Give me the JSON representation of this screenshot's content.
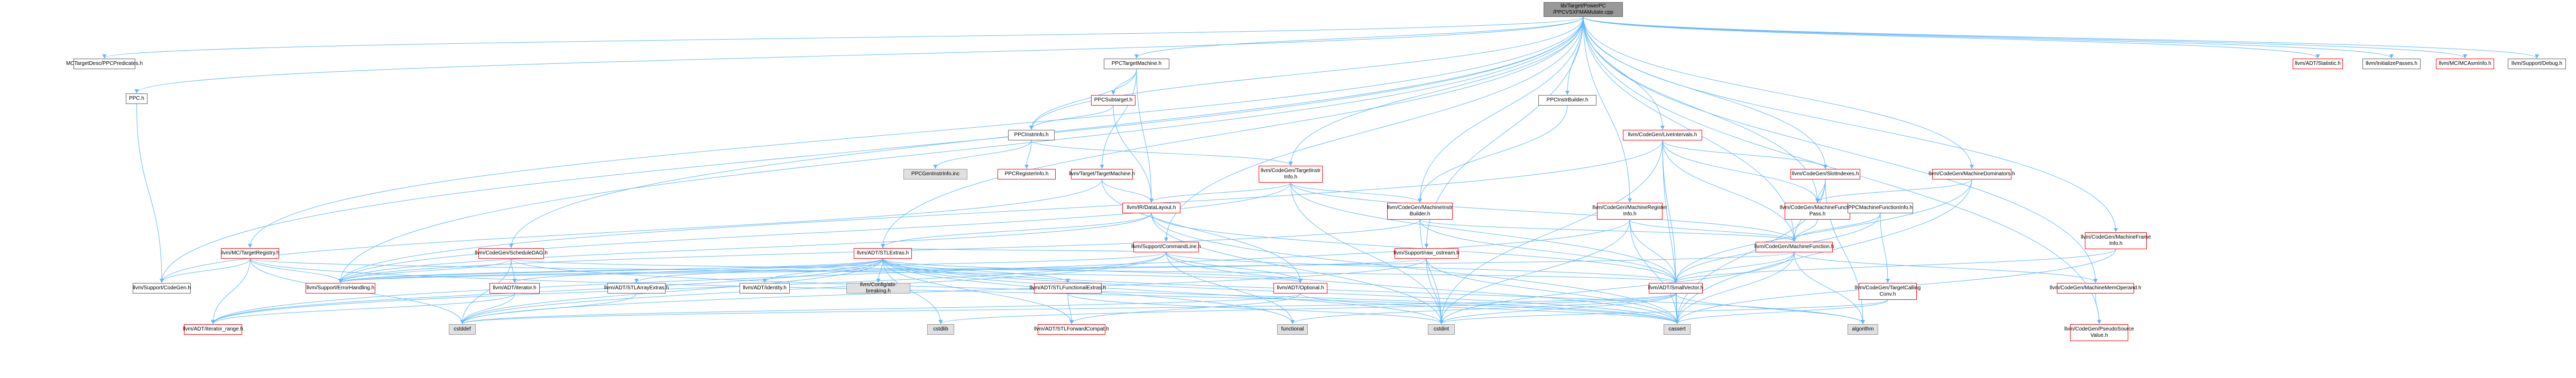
{
  "graph": {
    "nodes": [
      {
        "id": "root",
        "label": "lib/Target/PowerPC\n/PPCVSXFMAMutate.cpp",
        "style": "focus"
      },
      {
        "id": "mctd",
        "label": "MCTargetDesc/PPCPredicates.h",
        "style": "normal"
      },
      {
        "id": "ppch",
        "label": "PPC.h",
        "style": "normal"
      },
      {
        "id": "ppctm",
        "label": "PPCTargetMachine.h",
        "style": "normal"
      },
      {
        "id": "ppcinstrb",
        "label": "PPCInstrBuilder.h",
        "style": "normal"
      },
      {
        "id": "ppcsub",
        "label": "PPCSubtarget.h",
        "style": "red"
      },
      {
        "id": "ppcinstrinfo",
        "label": "PPCInstrInfo.h",
        "style": "normal"
      },
      {
        "id": "ppcgeninstr",
        "label": "PPCGenInstrInfo.inc",
        "style": "grey"
      },
      {
        "id": "ppcreg",
        "label": "PPCRegisterInfo.h",
        "style": "red"
      },
      {
        "id": "targetmachine",
        "label": "llvm/Target/TargetMachine.h",
        "style": "red"
      },
      {
        "id": "tii",
        "label": "llvm/CodeGen/TargetInstr\nInfo.h",
        "style": "red"
      },
      {
        "id": "datalayout",
        "label": "llvm/IR/DataLayout.h",
        "style": "red"
      },
      {
        "id": "cmdline",
        "label": "llvm/Support/CommandLine.h",
        "style": "red"
      },
      {
        "id": "lis",
        "label": "llvm/CodeGen/LiveIntervals.h",
        "style": "red"
      },
      {
        "id": "slotidx",
        "label": "llvm/CodeGen/SlotIndexes.h",
        "style": "red"
      },
      {
        "id": "mdom",
        "label": "llvm/CodeGen/MachineDominators.h",
        "style": "red"
      },
      {
        "id": "mib",
        "label": "llvm/CodeGen/MachineInstr\nBuilder.h",
        "style": "red"
      },
      {
        "id": "mri",
        "label": "llvm/CodeGen/MachineRegister\nInfo.h",
        "style": "red"
      },
      {
        "id": "mfp",
        "label": "llvm/CodeGen/MachineFunction\nPass.h",
        "style": "red"
      },
      {
        "id": "ppcmfi",
        "label": "PPCMachineFunctionInfo.h",
        "style": "normal"
      },
      {
        "id": "mf",
        "label": "llvm/CodeGen/MachineFunction.h",
        "style": "red"
      },
      {
        "id": "mcreg",
        "label": "llvm/MC/TargetRegistry.h",
        "style": "red"
      },
      {
        "id": "sched",
        "label": "llvm/CodeGen/ScheduleDAG.h",
        "style": "red"
      },
      {
        "id": "stlextras",
        "label": "llvm/ADT/STLExtras.h",
        "style": "red"
      },
      {
        "id": "rawos",
        "label": "llvm/Support/raw_ostream.h",
        "style": "red"
      },
      {
        "id": "mframe",
        "label": "llvm/CodeGen/MachineFrame\nInfo.h",
        "style": "red"
      },
      {
        "id": "tcc",
        "label": "llvm/CodeGen/TargetCalling\nConv.h",
        "style": "red"
      },
      {
        "id": "smallvec",
        "label": "llvm/ADT/SmallVector.h",
        "style": "red"
      },
      {
        "id": "mmo",
        "label": "llvm/CodeGen/MachineMemOperand.h",
        "style": "red"
      },
      {
        "id": "psv",
        "label": "llvm/CodeGen/PseudoSource\nValue.h",
        "style": "red"
      },
      {
        "id": "statistic",
        "label": "llvm/ADT/Statistic.h",
        "style": "red"
      },
      {
        "id": "initpasses",
        "label": "llvm/InitializePasses.h",
        "style": "normal"
      },
      {
        "id": "mcasm",
        "label": "llvm/MC/MCAsmInfo.h",
        "style": "red"
      },
      {
        "id": "debug",
        "label": "llvm/Support/Debug.h",
        "style": "normal"
      },
      {
        "id": "codegen",
        "label": "llvm/Support/CodeGen.h",
        "style": "normal"
      },
      {
        "id": "errh",
        "label": "llvm/Support/ErrorHandling.h",
        "style": "red"
      },
      {
        "id": "iterrange",
        "label": "llvm/ADT/iterator_range.h",
        "style": "red"
      },
      {
        "id": "iterator",
        "label": "llvm/ADT/iterator.h",
        "style": "red"
      },
      {
        "id": "stlarray",
        "label": "llvm/ADT/STLArrayExtras.h",
        "style": "normal"
      },
      {
        "id": "identity",
        "label": "llvm/ADT/identity.h",
        "style": "normal"
      },
      {
        "id": "cfgbreak",
        "label": "llvm/Config/abi-breaking.h",
        "style": "grey"
      },
      {
        "id": "stlfunc",
        "label": "llvm/ADT/STLFunctionalExtras.h",
        "style": "red"
      },
      {
        "id": "optional",
        "label": "llvm/ADT/Optional.h",
        "style": "red"
      },
      {
        "id": "stlfwd",
        "label": "llvm/ADT/STLForwardCompat.h",
        "style": "red"
      },
      {
        "id": "cstddef",
        "label": "cstddef",
        "style": "grey"
      },
      {
        "id": "cstdlib",
        "label": "cstdlib",
        "style": "grey"
      },
      {
        "id": "functional",
        "label": "functional",
        "style": "grey"
      },
      {
        "id": "cstdint",
        "label": "cstdint",
        "style": "grey"
      },
      {
        "id": "cassert",
        "label": "cassert",
        "style": "grey"
      },
      {
        "id": "algorithm",
        "label": "algorithm",
        "style": "grey"
      }
    ],
    "edges": [
      [
        "root",
        "mctd"
      ],
      [
        "root",
        "ppch"
      ],
      [
        "root",
        "ppctm"
      ],
      [
        "root",
        "ppcinstrb"
      ],
      [
        "root",
        "ppcinstrinfo"
      ],
      [
        "root",
        "lis"
      ],
      [
        "root",
        "mdom"
      ],
      [
        "root",
        "mfp"
      ],
      [
        "root",
        "mib"
      ],
      [
        "root",
        "mri"
      ],
      [
        "root",
        "slotidx"
      ],
      [
        "root",
        "mframe"
      ],
      [
        "root",
        "mmo"
      ],
      [
        "root",
        "psv"
      ],
      [
        "root",
        "statistic"
      ],
      [
        "root",
        "initpasses"
      ],
      [
        "root",
        "mcasm"
      ],
      [
        "root",
        "debug"
      ],
      [
        "root",
        "mcreg"
      ],
      [
        "root",
        "stlextras"
      ],
      [
        "root",
        "cmdline"
      ],
      [
        "root",
        "rawos"
      ],
      [
        "root",
        "errh"
      ],
      [
        "root",
        "tii"
      ],
      [
        "root",
        "sched"
      ],
      [
        "root",
        "mf"
      ],
      [
        "root",
        "codegen"
      ],
      [
        "ppch",
        "codegen"
      ],
      [
        "ppctm",
        "ppcsub"
      ],
      [
        "ppctm",
        "ppcinstrinfo"
      ],
      [
        "ppctm",
        "targetmachine"
      ],
      [
        "ppctm",
        "datalayout"
      ],
      [
        "ppcsub",
        "ppcinstrinfo"
      ],
      [
        "ppcsub",
        "datalayout"
      ],
      [
        "ppcinstrinfo",
        "ppcgeninstr"
      ],
      [
        "ppcinstrinfo",
        "ppcreg"
      ],
      [
        "ppcinstrinfo",
        "tii"
      ],
      [
        "targetmachine",
        "datalayout"
      ],
      [
        "targetmachine",
        "codegen"
      ],
      [
        "targetmachine",
        "optional"
      ],
      [
        "ppcinstrb",
        "mib"
      ],
      [
        "tii",
        "mib"
      ],
      [
        "tii",
        "mf"
      ],
      [
        "tii",
        "smallvec"
      ],
      [
        "tii",
        "errh"
      ],
      [
        "tii",
        "datalayout"
      ],
      [
        "tii",
        "cstdint"
      ],
      [
        "lis",
        "slotidx"
      ],
      [
        "lis",
        "mfp"
      ],
      [
        "lis",
        "mf"
      ],
      [
        "lis",
        "smallvec"
      ],
      [
        "lis",
        "errh"
      ],
      [
        "lis",
        "cassert"
      ],
      [
        "lis",
        "cstdint"
      ],
      [
        "slotidx",
        "mfp"
      ],
      [
        "slotidx",
        "mf"
      ],
      [
        "slotidx",
        "cassert"
      ],
      [
        "slotidx",
        "algorithm"
      ],
      [
        "mdom",
        "mfp"
      ],
      [
        "mdom",
        "smallvec"
      ],
      [
        "mdom",
        "cassert"
      ],
      [
        "ppcmfi",
        "mf"
      ],
      [
        "ppcmfi",
        "tcc"
      ],
      [
        "ppcmfi",
        "smallvec"
      ],
      [
        "mib",
        "mf"
      ],
      [
        "mib",
        "errh"
      ],
      [
        "mib",
        "cstdint"
      ],
      [
        "mib",
        "smallvec"
      ],
      [
        "mri",
        "mf"
      ],
      [
        "mri",
        "smallvec"
      ],
      [
        "mri",
        "iterrange"
      ],
      [
        "mri",
        "cassert"
      ],
      [
        "mri",
        "cstdint"
      ],
      [
        "mfp",
        "mf"
      ],
      [
        "mf",
        "smallvec"
      ],
      [
        "mf",
        "mmo"
      ],
      [
        "mf",
        "cassert"
      ],
      [
        "mf",
        "errh"
      ],
      [
        "mf",
        "algorithm"
      ],
      [
        "mf",
        "cstdint"
      ],
      [
        "mframe",
        "smallvec"
      ],
      [
        "mframe",
        "cassert"
      ],
      [
        "mmo",
        "psv"
      ],
      [
        "datalayout",
        "stlextras"
      ],
      [
        "datalayout",
        "smallvec"
      ],
      [
        "datalayout",
        "errh"
      ],
      [
        "datalayout",
        "cassert"
      ],
      [
        "datalayout",
        "cstdint"
      ],
      [
        "cmdline",
        "stlextras"
      ],
      [
        "cmdline",
        "smallvec"
      ],
      [
        "cmdline",
        "optional"
      ],
      [
        "cmdline",
        "errh"
      ],
      [
        "cmdline",
        "cassert"
      ],
      [
        "cmdline",
        "cstddef"
      ],
      [
        "cmdline",
        "functional"
      ],
      [
        "cmdline",
        "iterrange"
      ],
      [
        "mcreg",
        "codegen"
      ],
      [
        "mcreg",
        "errh"
      ],
      [
        "mcreg",
        "iterrange"
      ],
      [
        "mcreg",
        "cassert"
      ],
      [
        "mcreg",
        "cstddef"
      ],
      [
        "mcreg",
        "optional"
      ],
      [
        "sched",
        "iterator"
      ],
      [
        "sched",
        "smallvec"
      ],
      [
        "sched",
        "errh"
      ],
      [
        "sched",
        "cassert"
      ],
      [
        "sched",
        "cstddef"
      ],
      [
        "stlextras",
        "iterator"
      ],
      [
        "stlextras",
        "iterrange"
      ],
      [
        "stlextras",
        "stlarray"
      ],
      [
        "stlextras",
        "identity"
      ],
      [
        "stlextras",
        "cfgbreak"
      ],
      [
        "stlextras",
        "stlfunc"
      ],
      [
        "stlextras",
        "stlfwd"
      ],
      [
        "stlextras",
        "optional"
      ],
      [
        "stlextras",
        "errh"
      ],
      [
        "stlextras",
        "cassert"
      ],
      [
        "stlextras",
        "cstddef"
      ],
      [
        "stlextras",
        "cstdint"
      ],
      [
        "stlextras",
        "cstdlib"
      ],
      [
        "stlextras",
        "functional"
      ],
      [
        "stlextras",
        "algorithm"
      ],
      [
        "rawos",
        "errh"
      ],
      [
        "rawos",
        "cassert"
      ],
      [
        "rawos",
        "cstddef"
      ],
      [
        "rawos",
        "cstdint"
      ],
      [
        "tcc",
        "cassert"
      ],
      [
        "tcc",
        "cstdint"
      ],
      [
        "smallvec",
        "cassert"
      ],
      [
        "smallvec",
        "cstddef"
      ],
      [
        "smallvec",
        "cstdint"
      ],
      [
        "smallvec",
        "cstdlib"
      ],
      [
        "smallvec",
        "functional"
      ],
      [
        "smallvec",
        "algorithm"
      ],
      [
        "iterator",
        "iterrange"
      ],
      [
        "iterator",
        "cstddef"
      ],
      [
        "stlarray",
        "cstddef"
      ],
      [
        "stlfunc",
        "stlfwd"
      ],
      [
        "stlfunc",
        "cstdint"
      ],
      [
        "optional",
        "stlfwd"
      ],
      [
        "optional",
        "cassert"
      ],
      [
        "optional",
        "cstddef"
      ]
    ]
  },
  "colors": {
    "edge": "#63b8ff",
    "red_border": "#ff0000",
    "normal_border": "#666666",
    "grey_fill": "#e0e0e0",
    "focus_fill": "#999999"
  }
}
